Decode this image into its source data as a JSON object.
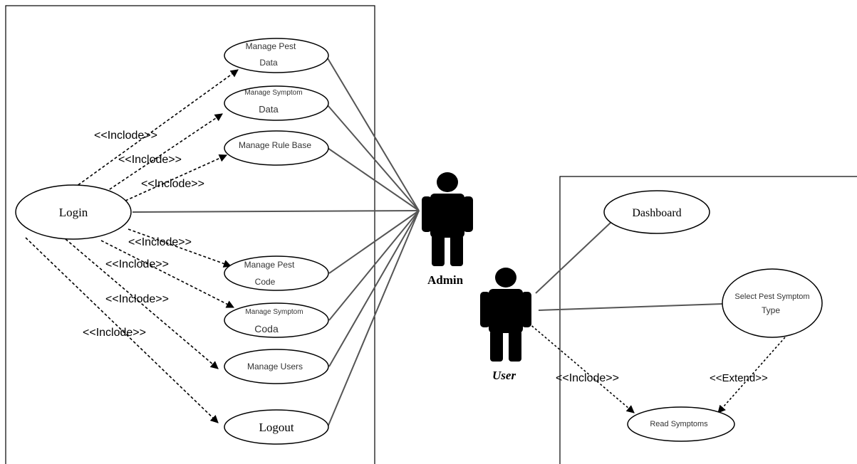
{
  "actors": {
    "admin": "Admin",
    "user": "User"
  },
  "use_cases": {
    "manage_pest_data": [
      "Manage Pest",
      "Data"
    ],
    "manage_symptom_data": [
      "Manage Symptom",
      "Data"
    ],
    "manage_rule_base": [
      "Manage Rule Base"
    ],
    "login": [
      "Login"
    ],
    "manage_pest_code": [
      "Manage Pest",
      "Code"
    ],
    "manage_symptom_coda": [
      "Manage Symptom",
      "Coda"
    ],
    "manage_users": [
      "Manage Users"
    ],
    "logout": [
      "Logout"
    ],
    "dashboard": [
      "Dashboard"
    ],
    "select_pest_symptom_type": [
      "Select Pest Symptom",
      "Type"
    ],
    "read_symptoms": [
      "Read Symptoms"
    ]
  },
  "relations": {
    "include": "<<Inclode>>",
    "extend": "<<Extend>>"
  },
  "colors": {
    "line": "#000000",
    "association": "#555555",
    "actor_fill": "#000000",
    "boundary": "#000000"
  }
}
